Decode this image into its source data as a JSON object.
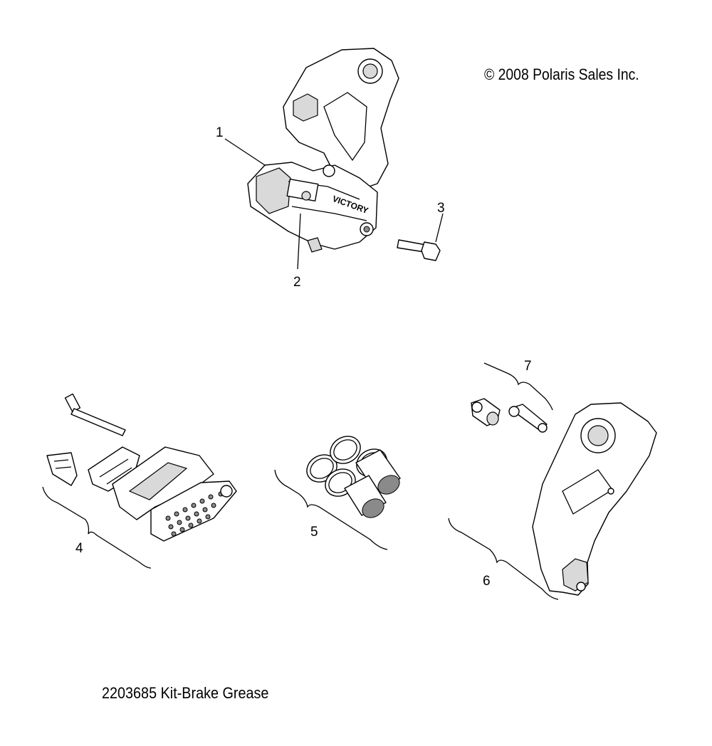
{
  "copyright": "© 2008 Polaris Sales Inc.",
  "footnote": "2203685 Kit-Brake Grease",
  "caliper_logo_text": "VICTORY",
  "callouts": [
    "1",
    "2",
    "3",
    "4",
    "5",
    "6",
    "7"
  ]
}
